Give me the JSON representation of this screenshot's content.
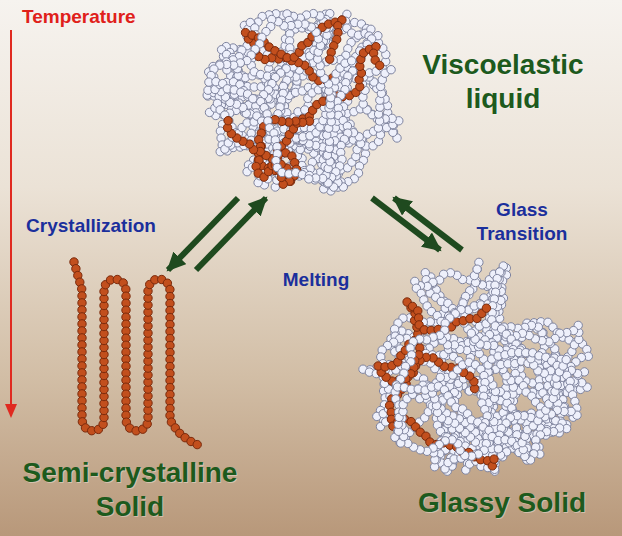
{
  "diagram": {
    "nodes": [
      {
        "text": [
          "Viscoelastic liquid"
        ]
      },
      {
        "text": [
          "Semi-crystalline Solid"
        ]
      },
      {
        "text": [
          "Glassy Solid"
        ]
      }
    ],
    "edges": [
      {
        "from": 0,
        "to": 1,
        "arrow": "to",
        "label": "Crystallization"
      },
      {
        "from": 1,
        "to": 0,
        "arrow": "to",
        "label": "Melting"
      },
      {
        "from": 0,
        "to": 2,
        "arrow": "to"
      },
      {
        "from": 2,
        "to": 0,
        "arrow": "to",
        "label": "Glass Transition"
      }
    ],
    "labels": [
      "Temperature"
    ]
  }
}
